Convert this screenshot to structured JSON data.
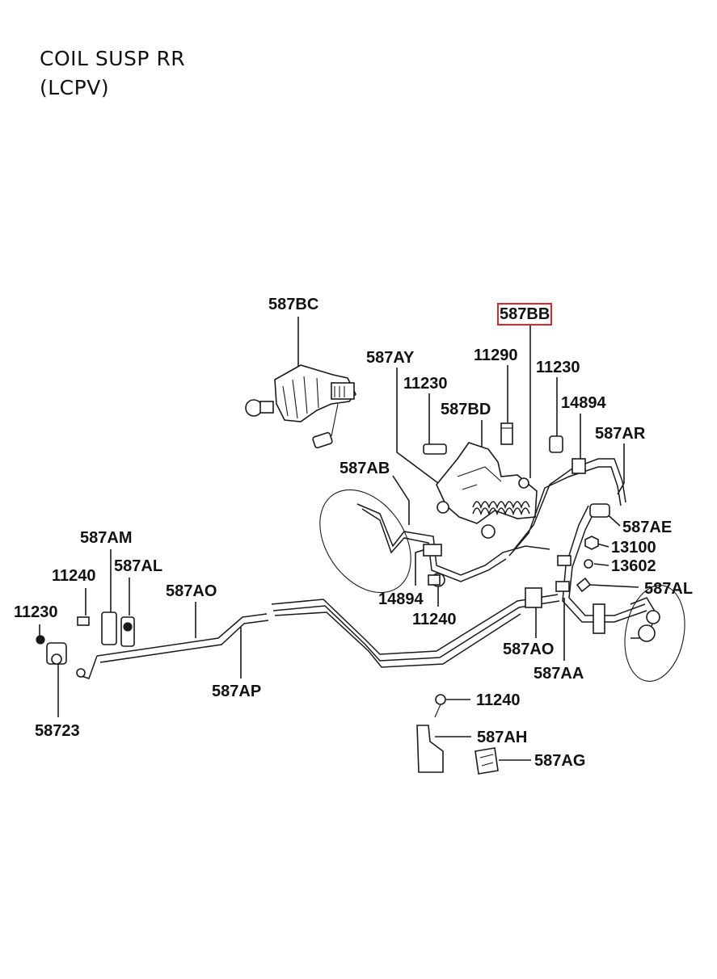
{
  "header": {
    "line1": "COIL SUSP RR",
    "line2": "(LCPV)"
  },
  "colors": {
    "highlight": "#e0262b",
    "ink": "#1a1a1a"
  },
  "callouts": {
    "c_587BC": "587BC",
    "c_587BB": "587BB",
    "c_587AY": "587AY",
    "c_11290": "11290",
    "c_11230_top_right": "11230",
    "c_11230_top_mid": "11230",
    "c_587BD": "587BD",
    "c_14894_top": "14894",
    "c_587AR": "587AR",
    "c_587AB": "587AB",
    "c_587AE": "587AE",
    "c_13100": "13100",
    "c_13602": "13602",
    "c_587AL_right": "587AL",
    "c_587AM": "587AM",
    "c_11240_left": "11240",
    "c_587AL_left": "587AL",
    "c_587AO_left": "587AO",
    "c_11230_left": "11230",
    "c_14894_mid": "14894",
    "c_11240_mid": "11240",
    "c_587AO_right": "587AO",
    "c_587AA": "587AA",
    "c_587AP": "587AP",
    "c_58723": "58723",
    "c_11240_bottom": "11240",
    "c_587AH": "587AH",
    "c_587AG": "587AG"
  },
  "selected_part": "587BB"
}
